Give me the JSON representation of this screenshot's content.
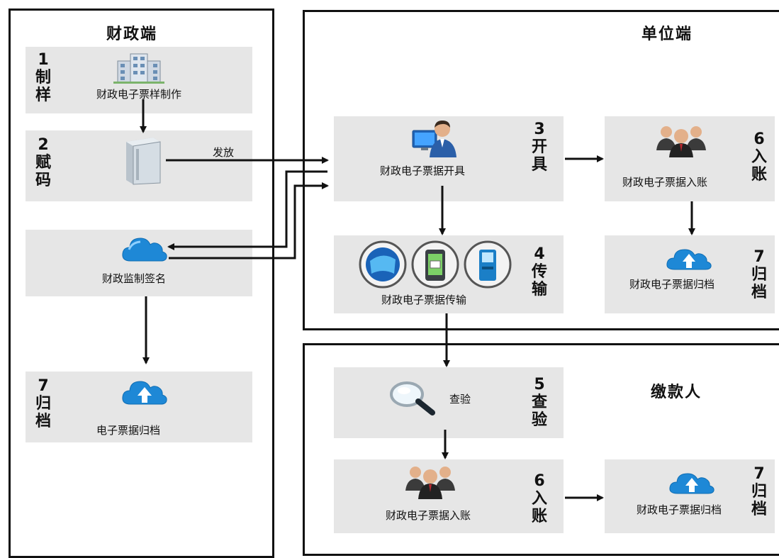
{
  "panels": {
    "finance": "财政端",
    "unit": "单位端",
    "payer": "缴款人"
  },
  "steps": {
    "s1": {
      "num": "1",
      "c1": "制",
      "c2": "样"
    },
    "s2": {
      "num": "2",
      "c1": "赋",
      "c2": "码"
    },
    "s3": {
      "num": "3",
      "c1": "开",
      "c2": "具"
    },
    "s4": {
      "num": "4",
      "c1": "传",
      "c2": "输"
    },
    "s5": {
      "num": "5",
      "c1": "查",
      "c2": "验"
    },
    "s6u": {
      "num": "6",
      "c1": "入",
      "c2": "账"
    },
    "s7u": {
      "num": "7",
      "c1": "归",
      "c2": "档"
    },
    "s7f": {
      "num": "7",
      "c1": "归",
      "c2": "档"
    },
    "s6p": {
      "num": "6",
      "c1": "入",
      "c2": "账"
    },
    "s7p": {
      "num": "7",
      "c1": "归",
      "c2": "档"
    }
  },
  "labels": {
    "template": "财政电子票样制作",
    "issue_send": "发放",
    "issue": "财政电子票据开具",
    "sign": "财政监制签名",
    "archive_finance": "电子票据归档",
    "unit_account": "财政电子票据入账",
    "unit_archive": "财政电子票据归档",
    "transfer": "财政电子票据传输",
    "verify": "查验",
    "payer_account": "财政电子票据入账",
    "payer_archive": "财政电子票据归档"
  },
  "icons": [
    "building-icon",
    "server-icon",
    "cloud-icon",
    "cloud-upload-icon",
    "user-computer-icon",
    "group-icon",
    "transfer-icons",
    "magnifier-icon"
  ],
  "colors": {
    "box": "#e6e6e6",
    "cloud": "#1e88d6",
    "border": "#111111"
  }
}
